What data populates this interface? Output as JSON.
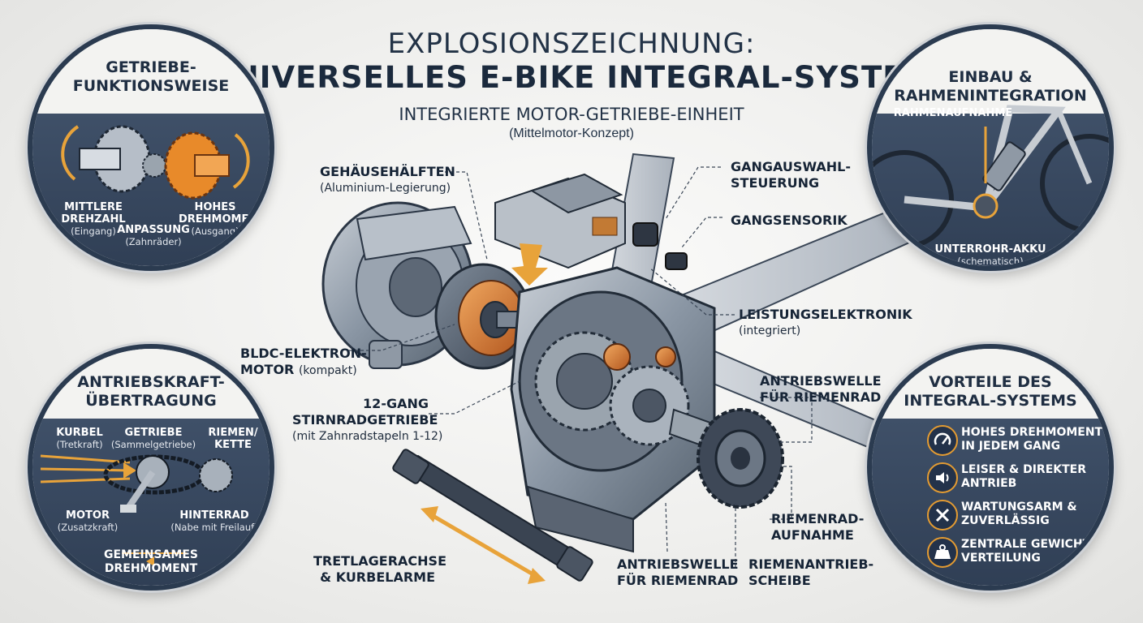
{
  "title": {
    "line1": "EXPLOSIONSZEICHNUNG:",
    "line2": "UNIVERSELLES E-BIKE INTEGRAL-SYSTEM",
    "subtitle": "INTEGRIERTE MOTOR-GETRIEBE-EINHEIT",
    "subtitle_note": "(Mittelmotor-Konzept)"
  },
  "panels": {
    "gear_function": {
      "title1": "GETRIEBE-",
      "title2": "FUNKTIONSWEISE",
      "mid_speed": "MITTLERE",
      "mid_speed2": "DREHZAHL",
      "mid_speed_sub": "(Eingang)",
      "adapt": "ANPASSUNG",
      "adapt_sub": "(Zahnräder)",
      "high_torque": "HOHES",
      "high_torque2": "DREHMOMENT",
      "high_torque_sub": "(Ausgang)"
    },
    "installation": {
      "title1": "EINBAU &",
      "title2": "RAHMENINTEGRATION",
      "frame_mount": "RAHMENAUFNAHME",
      "battery": "UNTERROHR-AKKU",
      "battery_sub": "(schematisch)"
    },
    "power_transfer": {
      "title1": "ANTRIEBSKRAFT-",
      "title2": "ÜBERTRAGUNG",
      "crank": "KURBEL",
      "crank_sub": "(Tretkraft)",
      "gearbox": "GETRIEBE",
      "gearbox_sub": "(Sammelgetriebe)",
      "belt": "RIEMEN/",
      "belt2": "KETTE",
      "motor": "MOTOR",
      "motor_sub": "(Zusatzkraft)",
      "rear": "HINTERRAD",
      "rear_sub": "(Nabe mit Freilauf)",
      "combined1": "GEMEINSAMES",
      "combined2": "DREHMOMENT"
    },
    "advantages": {
      "title1": "VORTEILE DES",
      "title2": "INTEGRAL-SYSTEMS",
      "items": [
        {
          "l1": "HOHES DREHMOMENT",
          "l2": "IN JEDEM GANG",
          "icon": "gauge-icon"
        },
        {
          "l1": "LEISER & DIREKTER",
          "l2": "ANTRIEB",
          "icon": "speaker-icon"
        },
        {
          "l1": "WARTUNGSARM &",
          "l2": "ZUVERLÄSSIG",
          "icon": "wrench-icon"
        },
        {
          "l1": "ZENTRALE GEWICHTS",
          "l2": "VERTEILUNG",
          "icon": "weight-icon"
        }
      ]
    }
  },
  "labels": {
    "housing": "GEHÄUSEHÄLFTEN",
    "housing_sub": "(Aluminium-Legierung)",
    "gear_select1": "GANGAUSWAHL-",
    "gear_select2": "STEUERUNG",
    "gear_sensor": "GANGSENSORIK",
    "power_elec": "LEISTUNGSELEKTRONIK",
    "power_elec_sub": "(integriert)",
    "bldc1": "BLDC-ELEKTRON-",
    "bldc2": "MOTOR",
    "bldc_sub": "(kompakt)",
    "gearbox1": "12-GANG",
    "gearbox2": "STIRNRADGETRIEBE",
    "gearbox_sub": "(mit Zahnradstapeln 1-12)",
    "shaft1": "ANTRIEBSWELLE",
    "shaft2": "FÜR RIEMENRAD",
    "pulley_mount1": "RIEMENRAD-",
    "pulley_mount2": "AUFNAHME",
    "bb1": "TRETLAGERACHSE",
    "bb2": "& KURBELARME",
    "shaft_b1": "ANTRIEBSWELLE",
    "shaft_b2": "FÜR RIEMENRAD",
    "belt_disc1": "RIEMENANTRIEB-",
    "belt_disc2": "SCHEIBE"
  },
  "colors": {
    "navy": "#2b3b50",
    "accent": "#e8a33a",
    "copper": "#c8672a"
  }
}
